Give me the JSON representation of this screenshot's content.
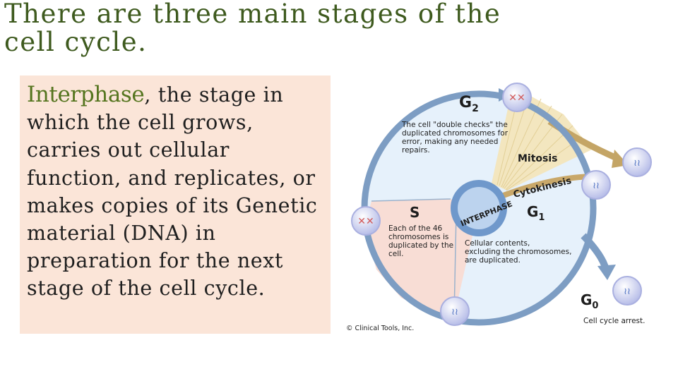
{
  "slide": {
    "title": "There are three main stages of the cell cycle.",
    "term": "Interphase",
    "body_rest": ", the stage in which the cell grows, carries out cellular function, and replicates, or makes copies of its Genetic material (DNA) in preparation for the next stage of the cell cycle."
  },
  "figure": {
    "g2_label": "G",
    "g2_sub": "2",
    "g2_note": [
      "The cell \"double checks\" the",
      "duplicated chromosomes for",
      "error, making any needed",
      "repairs."
    ],
    "mitosis_label": "Mitosis",
    "cytokinesis_label": "Cytokinesis",
    "g1_label": "G",
    "g1_sub": "1",
    "g1_note": [
      "Cellular contents,",
      "excluding the chromosomes,",
      "are duplicated."
    ],
    "s_label": "S",
    "s_note": [
      "Each of the 46",
      "chromosomes is",
      "duplicated by the",
      "cell."
    ],
    "interphase_label": "INTERPHASE",
    "g0_label": "G",
    "g0_sub": "0",
    "g0_note": "Cell cycle arrest.",
    "credit": "© Clinical Tools, Inc.",
    "colors": {
      "ring": "#7d9dc3",
      "cell": "#c9cdef",
      "g1_sector": "#e6f1fb",
      "s_sector": "#f8ddd5",
      "g2_sector": "#e6f1fb",
      "mitosis_fan": "#f3e6bf",
      "cytokinesis_band": "#c9a86a"
    }
  }
}
